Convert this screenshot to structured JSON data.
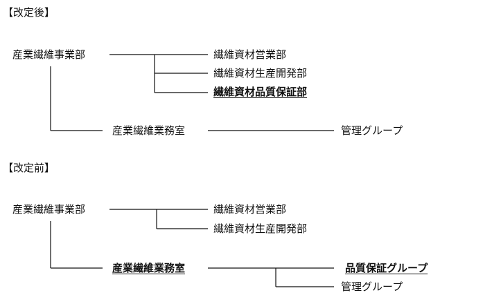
{
  "after": {
    "heading": "【改定後】",
    "root": "産業繊維事業部",
    "children": [
      "繊維資材営業部",
      "繊維資材生産開発部",
      "繊維資材品質保証部"
    ],
    "office": "産業繊維業務室",
    "office_child": "管理グループ"
  },
  "before": {
    "heading": "【改定前】",
    "root": "産業繊維事業部",
    "children": [
      "繊維資材営業部",
      "繊維資材生産開発部"
    ],
    "office": "産業繊維業務室",
    "office_children": [
      "品質保証グループ",
      "管理グループ"
    ]
  }
}
